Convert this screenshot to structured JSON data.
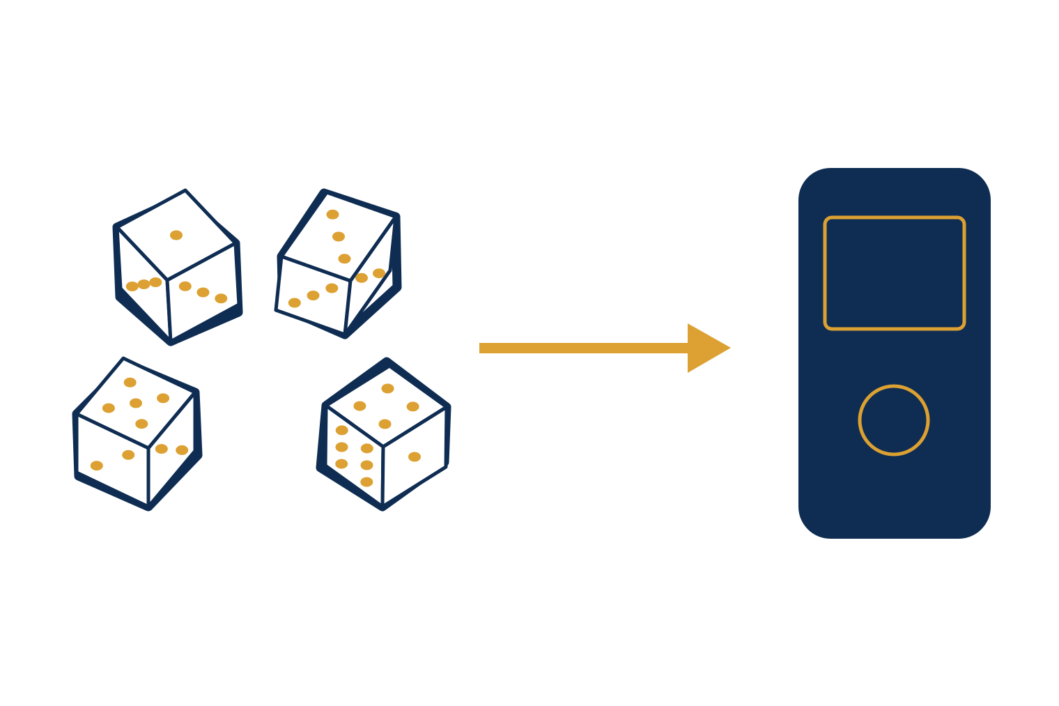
{
  "colors": {
    "background": "#ffffff",
    "navy": "#0f2d52",
    "gold": "#dca132",
    "die_face": "#ffffff"
  },
  "dice": [
    {
      "name": "die-1",
      "top_pips": 1,
      "left_pips": 3,
      "right_pips": 3
    },
    {
      "name": "die-2",
      "top_pips": 3,
      "left_pips": 3,
      "right_pips": 2
    },
    {
      "name": "die-3",
      "top_pips": 5,
      "left_pips": 2,
      "right_pips": 2
    },
    {
      "name": "die-4",
      "top_pips": 4,
      "left_pips": 6,
      "right_pips": 1
    }
  ],
  "arrow": {
    "icon": "arrow-right-icon"
  },
  "device": {
    "icon": "handheld-device-icon",
    "screen": "device-screen",
    "button": "device-button"
  }
}
